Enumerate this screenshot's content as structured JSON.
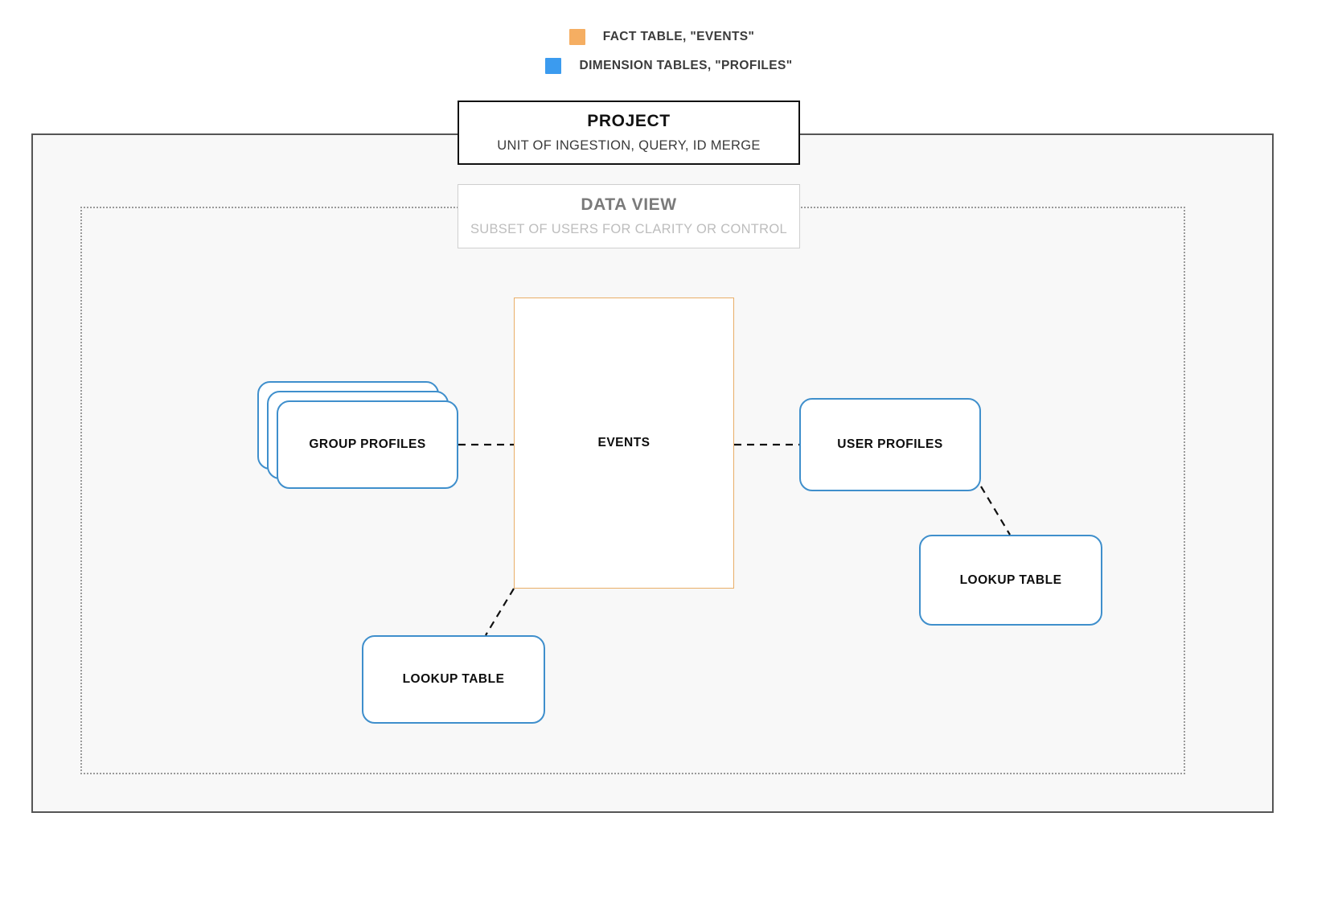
{
  "legend": {
    "items": [
      {
        "label": "FACT TABLE, \"EVENTS\"",
        "color": "#f5ae62",
        "swatch_name": "fact-table-swatch"
      },
      {
        "label": "DIMENSION TABLES, \"PROFILES\"",
        "color": "#3b9bef",
        "swatch_name": "dimension-tables-swatch"
      }
    ]
  },
  "project": {
    "title": "PROJECT",
    "subtitle": "UNIT OF INGESTION, QUERY, ID MERGE",
    "border_color": "#111111"
  },
  "data_view": {
    "title": "DATA VIEW",
    "subtitle": "SUBSET OF USERS FOR CLARITY OR CONTROL",
    "border_color": "#cfcfcf"
  },
  "nodes": {
    "events": {
      "label": "EVENTS",
      "border_color": "#e9ae68"
    },
    "group_profiles": {
      "label": "GROUP PROFILES",
      "border_color": "#3f8fcc",
      "stack_count": 3
    },
    "user_profiles": {
      "label": "USER PROFILES",
      "border_color": "#3f8fcc"
    },
    "lookup_table_left": {
      "label": "LOOKUP TABLE",
      "border_color": "#3f8fcc"
    },
    "lookup_table_right": {
      "label": "LOOKUP TABLE",
      "border_color": "#3f8fcc"
    }
  },
  "connectors": {
    "style": "dashed",
    "color": "#111111",
    "edges": [
      {
        "from": "group_profiles",
        "to": "events"
      },
      {
        "from": "events",
        "to": "user_profiles"
      },
      {
        "from": "events",
        "to": "lookup_table_left"
      },
      {
        "from": "user_profiles",
        "to": "lookup_table_right"
      }
    ]
  },
  "canvas": {
    "background": "#ffffff",
    "project_frame_fill": "#f8f8f8",
    "project_frame_border": "#555555",
    "data_view_frame_border": "#9a9a9a"
  }
}
